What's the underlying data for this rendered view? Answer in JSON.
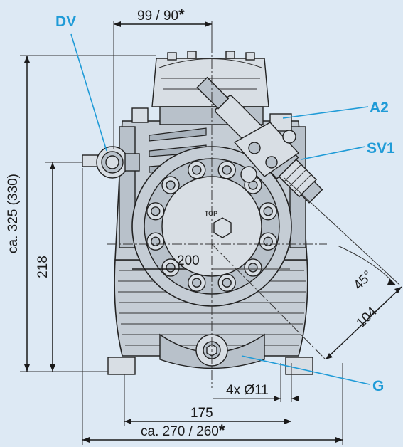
{
  "callouts": {
    "dv": "DV",
    "a2": "A2",
    "sv1": "SV1",
    "g": "G"
  },
  "dimensions": {
    "top_width": "99 / 90",
    "total_height": "ca. 325 (330)",
    "axis_height": "218",
    "flange_dia": "200",
    "angle": "45°",
    "offset": "104",
    "holes": "4x Ø11",
    "foot_spacing": "175",
    "total_width": "ca. 270 / 260",
    "asterisk": "*"
  },
  "flange": {
    "label": "TOP"
  },
  "colors": {
    "background": "#dde9f4",
    "callout": "#1f9bd7",
    "body": "#c5cdd5",
    "line": "#1a1a1a"
  }
}
